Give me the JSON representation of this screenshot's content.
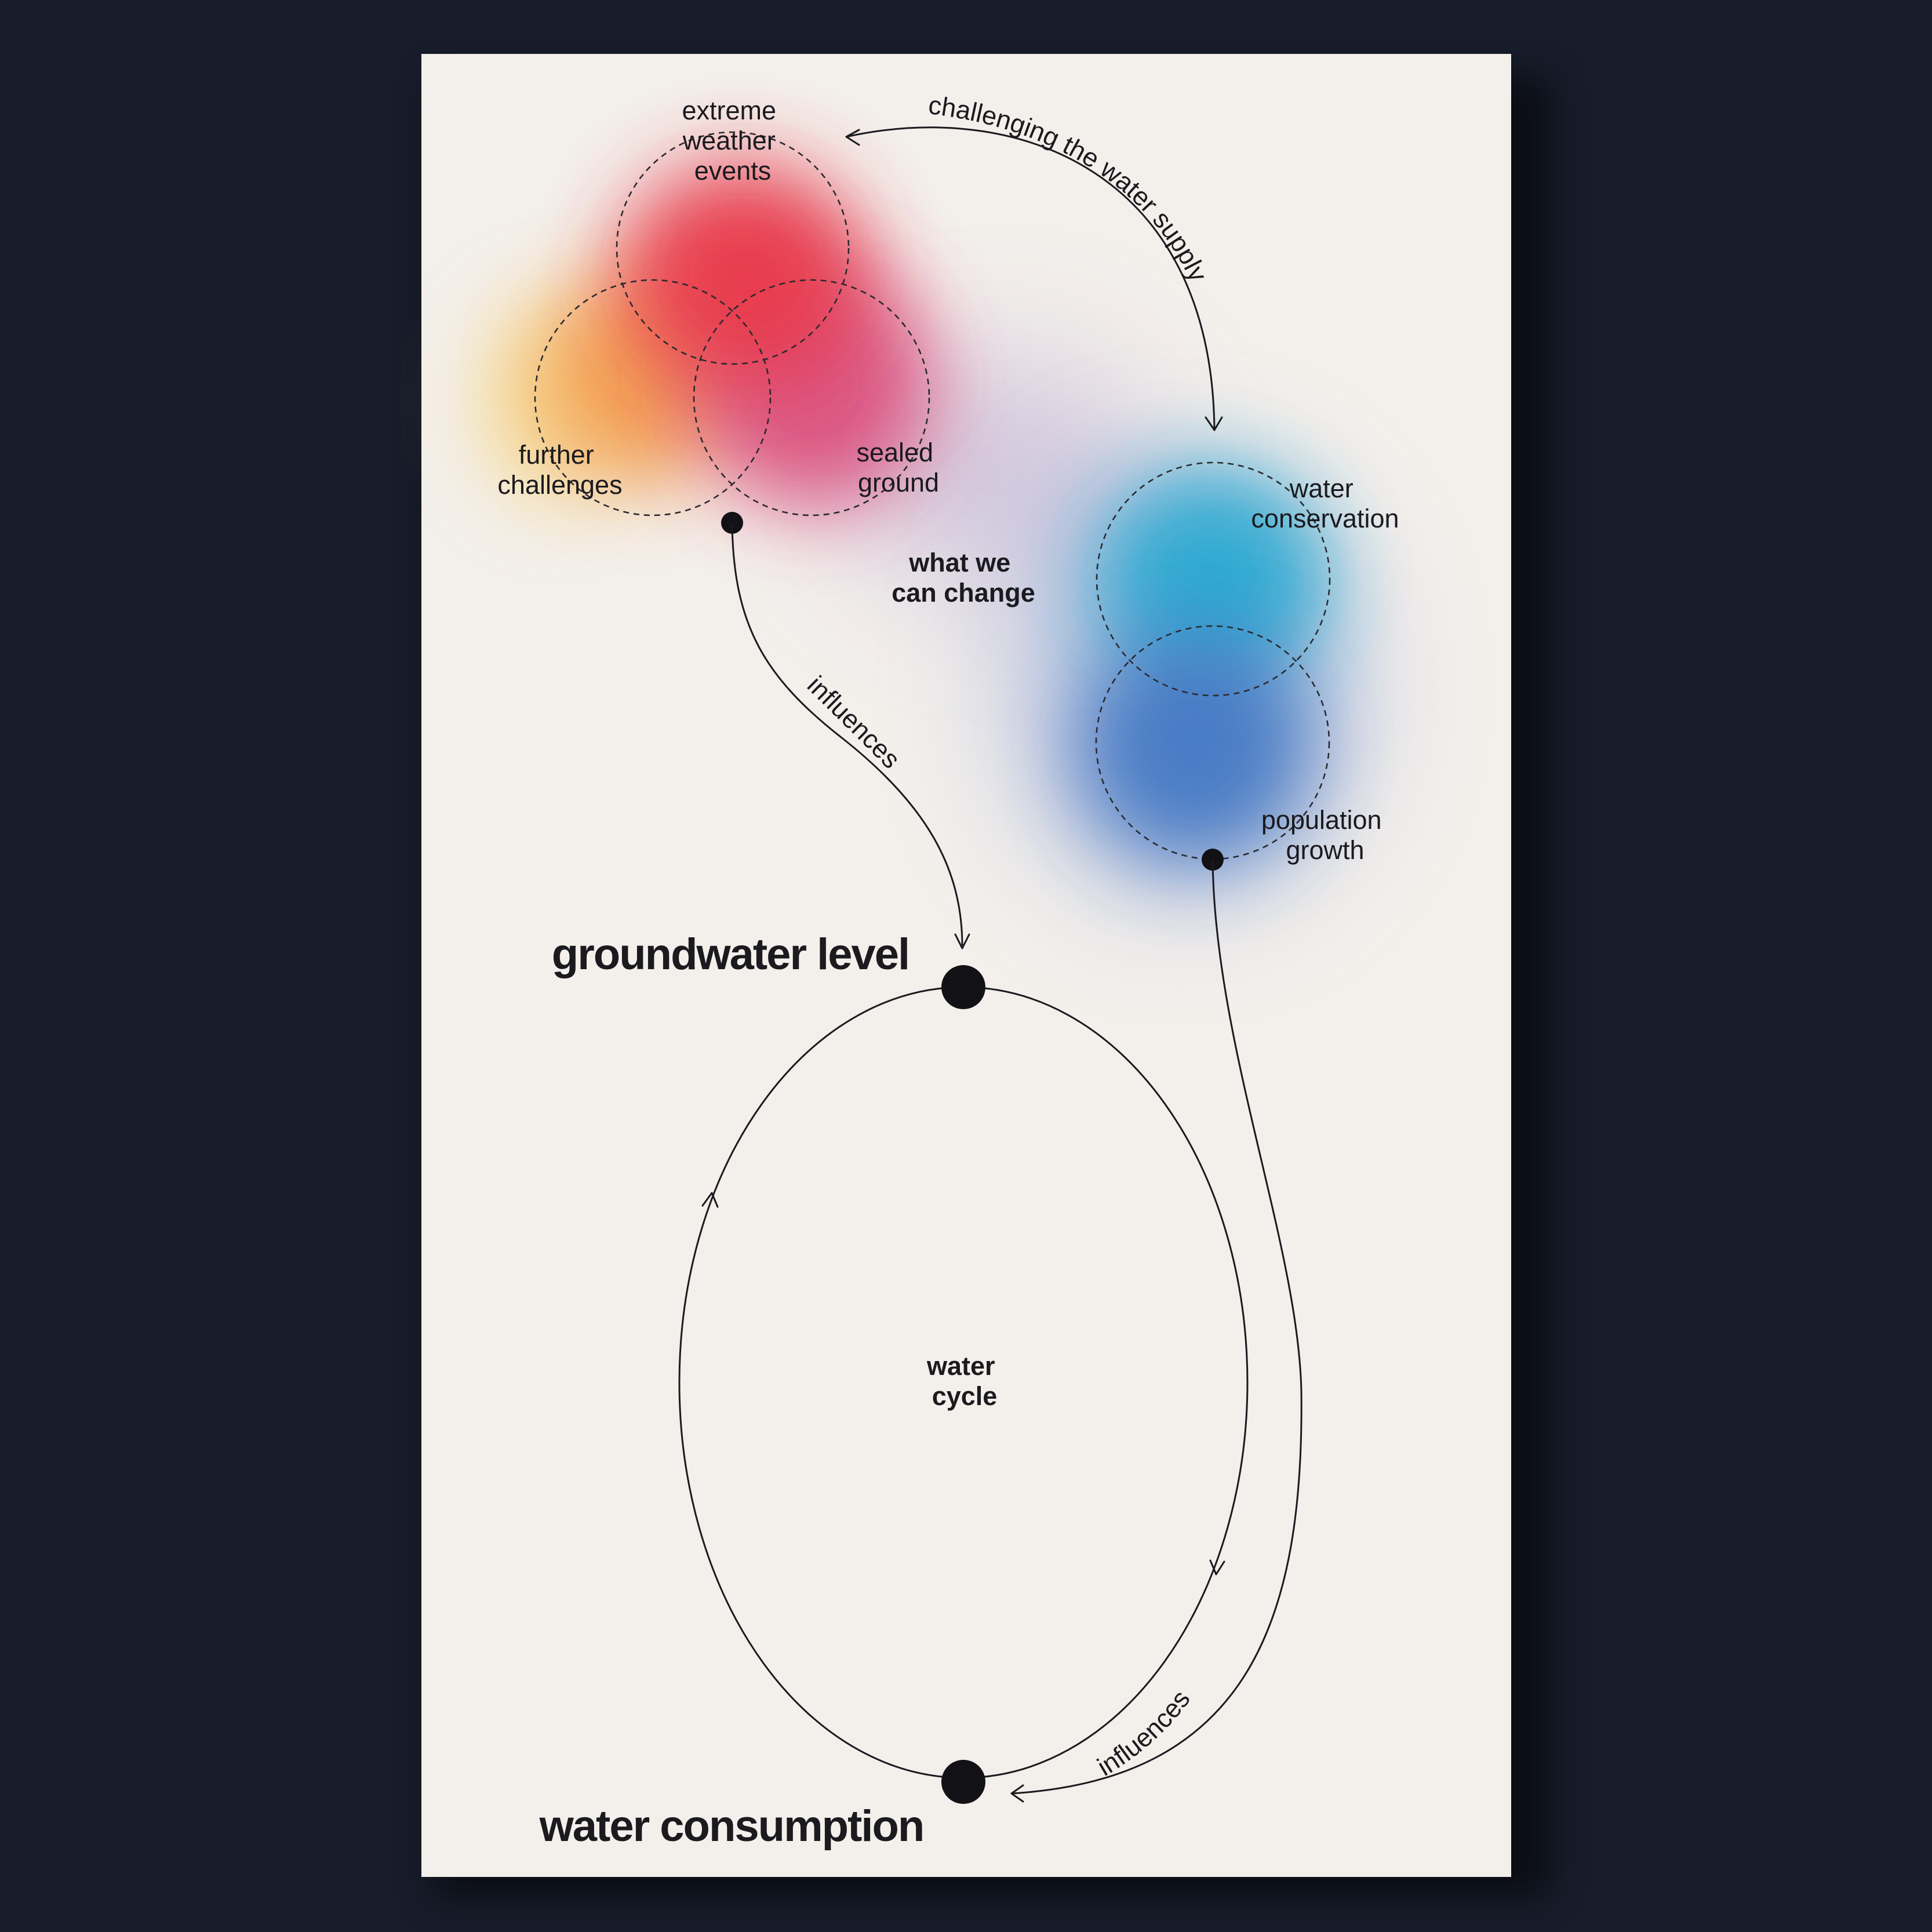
{
  "diagram": {
    "top_cluster": {
      "extreme_weather": [
        "extreme",
        "weather",
        "events"
      ],
      "further_challenges": [
        "further",
        "challenges"
      ],
      "sealed_ground": [
        "sealed",
        "ground"
      ]
    },
    "right_cluster": {
      "water_conservation": [
        "water",
        "conservation"
      ],
      "population_growth": [
        "population",
        "growth"
      ]
    },
    "center_label": [
      "what we",
      "can change"
    ],
    "arc_label_top": "challenging the water supply",
    "influences_left": "influences",
    "influences_right": "influences",
    "groundwater_level": "groundwater level",
    "water_consumption": "water consumption",
    "cycle_label": [
      "water",
      "cycle"
    ]
  },
  "colors": {
    "background": "#171d2b",
    "paper": "#f3efeb",
    "ink": "#1a1a1f",
    "red": "#e8394a",
    "orange": "#f39a4a",
    "yellow": "#f7d98a",
    "magenta": "#d94a7a",
    "lavender": "#b9a9d3",
    "cyan": "#22a7d0",
    "blue": "#3d74c2"
  }
}
